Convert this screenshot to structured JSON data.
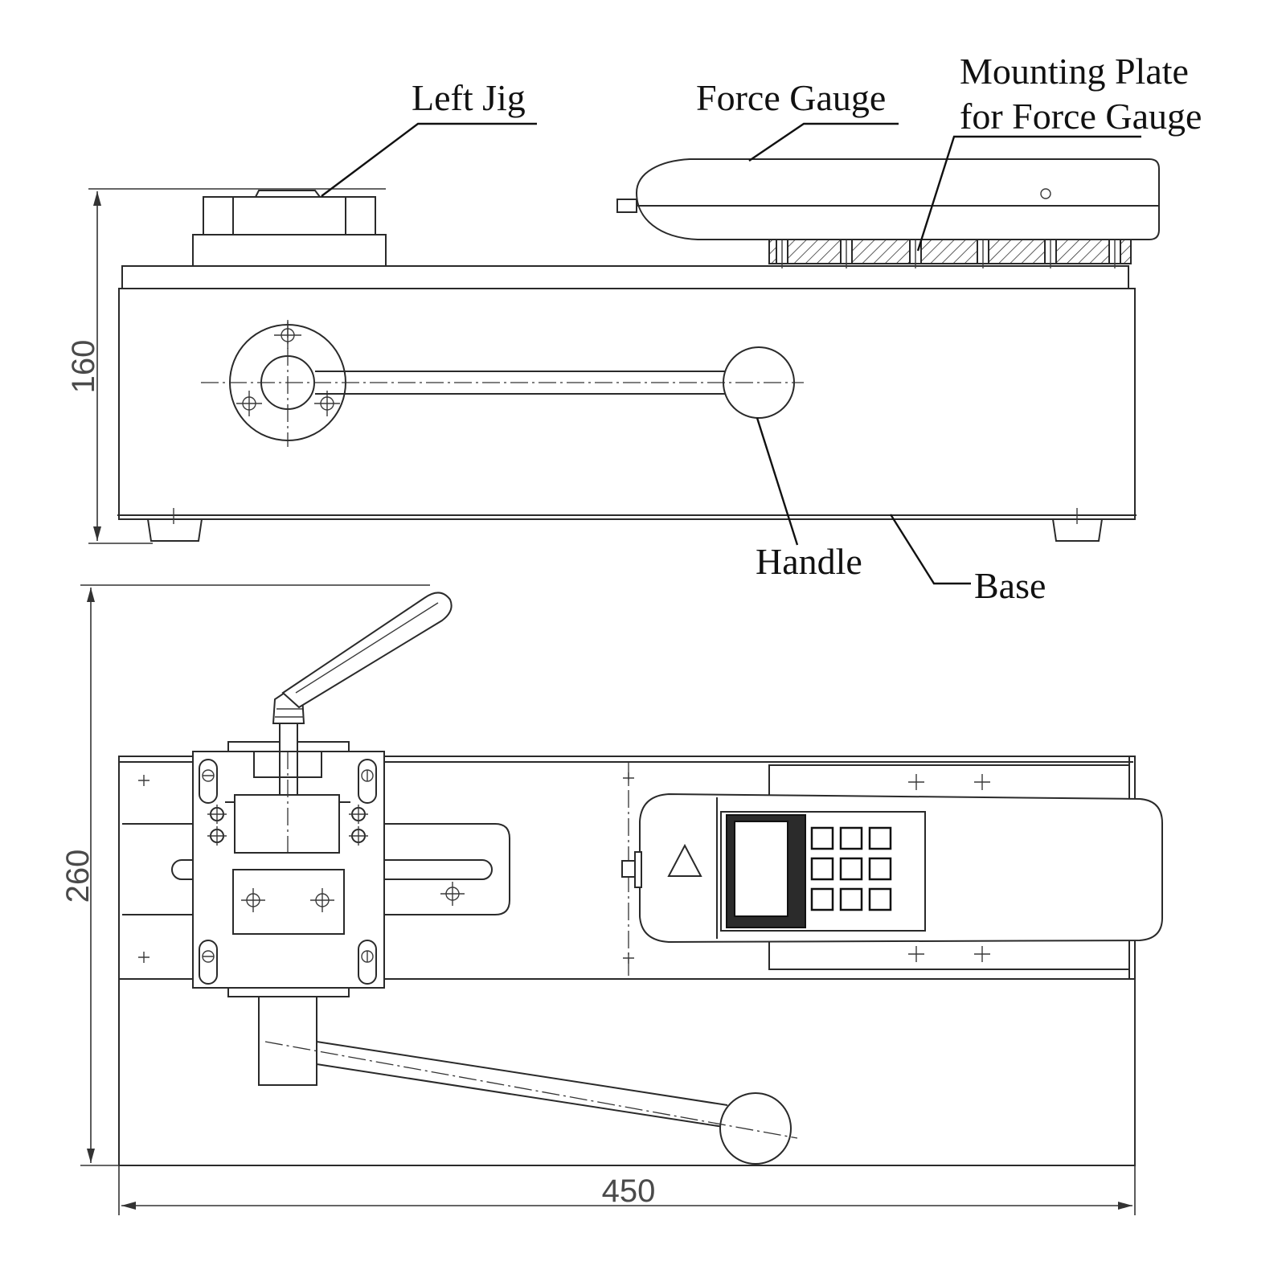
{
  "labels": {
    "left_jig": "Left Jig",
    "force_gauge": "Force Gauge",
    "mounting_plate_line1": "Mounting Plate",
    "mounting_plate_line2": "for Force Gauge",
    "handle": "Handle",
    "base": "Base"
  },
  "dimensions": {
    "height": "160",
    "depth": "260",
    "width": "450"
  }
}
